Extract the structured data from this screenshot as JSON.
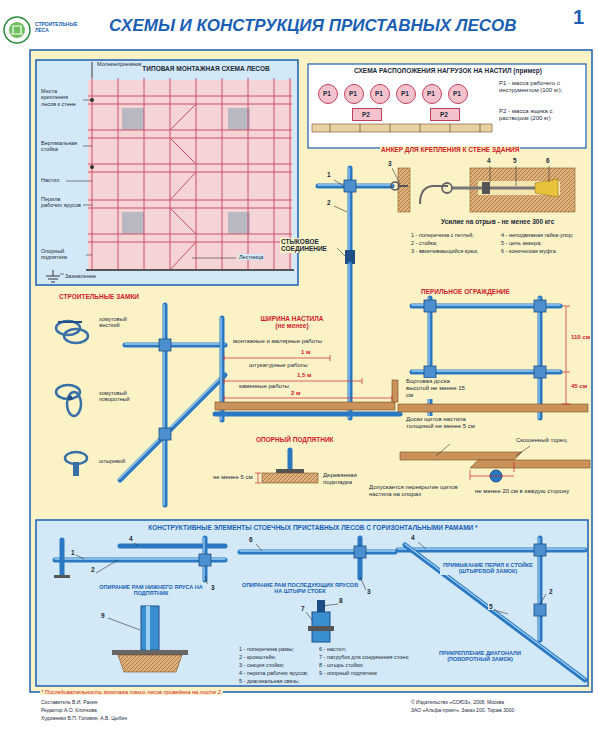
{
  "diagram": {
    "title": "СХЕМЫ И КОНСТРУКЦИЯ ПРИСТАВНЫХ ЛЕСОВ",
    "nodes": [
      {
        "text": [
          "ТИПОВАЯ МОНТАЖНАЯ СХЕМА ЛЕСОВ"
        ]
      },
      {
        "text": [
          "СХЕМА РАСПОЛОЖЕНИЯ НАГРУЗОК НА НАСТИЛ (пример)"
        ]
      },
      {
        "text": [
          "P1"
        ],
        "in": 1
      },
      {
        "text": [
          "P1"
        ],
        "in": 1
      },
      {
        "text": [
          "P1"
        ],
        "in": 1
      },
      {
        "text": [
          "P1"
        ],
        "in": 1
      },
      {
        "text": [
          "P1"
        ],
        "in": 1
      },
      {
        "text": [
          "P1"
        ],
        "in": 1
      },
      {
        "text": [
          "P2"
        ],
        "in": 1
      },
      {
        "text": [
          "P2"
        ],
        "in": 1
      },
      {
        "text": [
          "КОНСТРУКТИВНЫЕ ЭЛЕМЕНТЫ СТОЕЧНЫХ ПРИСТАВНЫХ ЛЕСОВ С ГОРИЗОНТАЛЬНЫМИ РАМАМИ *"
        ]
      }
    ],
    "labels": [
      "СТРОИТЕЛЬНЫЕ ЛЕСА",
      "1",
      "Молниеприемник",
      "Места крепления лесов к стене",
      "Вертикальная стойка",
      "Настил",
      "Перила рабочих ярусов",
      "Опорный подпятник",
      "Лестница",
      "Заземление",
      "P1 - масса рабочего с инструментом (100 кг);",
      "P2 - масса ящика с раствором (200 кг)",
      "АНКЕР ДЛЯ КРЕПЛЕНИЯ К СТЕНЕ ЗДАНИЯ",
      "1",
      "2",
      "3",
      "4",
      "5",
      "6",
      "Усилие на отрыв - не менее 300 кгс",
      "1 - поперечина с петлей;",
      "2 - стойка;",
      "3 - ввинчивающийся крюк;",
      "4 - неподвижная гайка-упор;",
      "5 - цепь анкера;",
      "6 - коническая муфта",
      "СТЫКОВОЕ СОЕДИНЕНИЕ",
      "СТРОИТЕЛЬНЫЕ ЗАМКИ",
      "хомутовый жесткий",
      "хомутовый поворотный",
      "штыревой",
      "ШИРИНА НАСТИЛА (не менее)",
      "монтажные и малярные работы",
      "1 м",
      "штукатурные работы",
      "1,5 м",
      "каменные работы",
      "2 м",
      "Бортовая доска высотой не менее 15 см",
      "Доски щитов настила толщиной не менее 5 см",
      "ПЕРИЛЬНОЕ ОГРАЖДЕНИЕ",
      "110 см",
      "45 см",
      "Скошенный торец",
      "Допускается перекрытие щитов настила на опорах",
      "не менее 20 см в каждую сторону",
      "ОПОРНЫЙ ПОДПЯТНИК",
      "не менее 5 см",
      "Деревянная подкладка",
      "1",
      "2",
      "3",
      "4",
      "9",
      "3",
      "6",
      "7",
      "8",
      "4",
      "2",
      "5",
      "ОПИРАНИЕ РАМ НИЖНЕГО ЯРУСА НА ПОДПЯТНИК",
      "ОПИРАНИЕ РАМ ПОСЛЕДУЮЩИХ ЯРУСОВ НА ШТЫРИ СТОЕК",
      "ПРИМЫКАНИЕ ПЕРИЛ К СТОЙКЕ (ШТЫРЕВОЙ ЗАМОК)",
      "ПРИКРЕПЛЕНИЕ ДИАГОНАЛИ (ПОВОРОТНЫЙ ЗАМОК)",
      "1 - поперечина рамы;",
      "2 - кронштейн;",
      "3 - секция стойки;",
      "4 - перила рабочих ярусов;",
      "5 - диагональная связь;",
      "6 - настил;",
      "7 - патрубок для соединения стоек;",
      "8 - штырь стойки;",
      "9 - опорный подпятник",
      "* Последовательность монтажа таких лесов приведена на листе 2.",
      "Составитель В.И. Рахин",
      "Редактор А.О. Клочкова",
      "Художники В.П. Головин, А.В. Цыбин",
      "© Издательство «СОЮЗ», 2008. Москва",
      "ЗАО «Альфа-принт». Заказ 200. Тираж 3000"
    ]
  }
}
